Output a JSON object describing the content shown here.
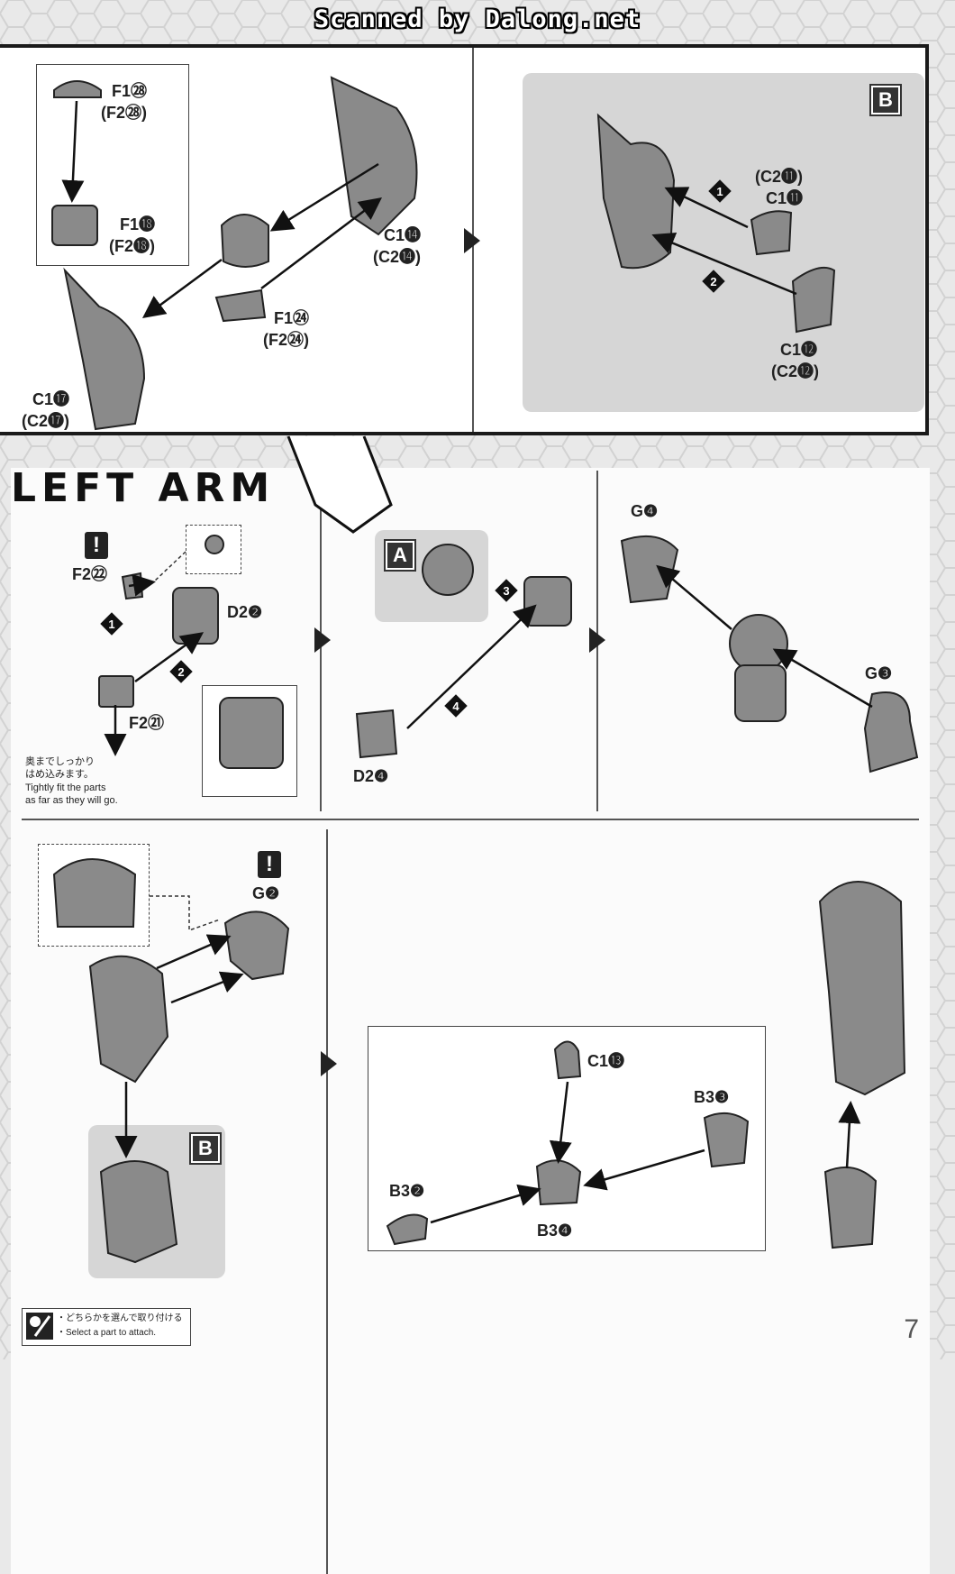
{
  "header": {
    "scan_credit": "Scanned by Dalong.net"
  },
  "section_title": "LEFT ARM",
  "top_box": {
    "left_labels": [
      {
        "name": "part-f1-28",
        "text": "F1㉘"
      },
      {
        "name": "part-f2-28",
        "text": "(F2㉘)"
      },
      {
        "name": "part-f1-18",
        "text": "F1⓲"
      },
      {
        "name": "part-f2-18",
        "text": "(F2⓲)"
      },
      {
        "name": "part-c1-14",
        "text": "C1⓮"
      },
      {
        "name": "part-c2-14",
        "text": "(C2⓮)"
      },
      {
        "name": "part-f1-24",
        "text": "F1㉔"
      },
      {
        "name": "part-f2-24",
        "text": "(F2㉔)"
      },
      {
        "name": "part-c1-17",
        "text": "C1⓱"
      },
      {
        "name": "part-c2-17",
        "text": "(C2⓱)"
      }
    ],
    "right_panel": {
      "tag": "B",
      "labels": [
        {
          "name": "part-c2-11",
          "text": "(C2⓫)"
        },
        {
          "name": "part-c1-11",
          "text": "C1⓫"
        },
        {
          "name": "part-c1-12",
          "text": "C1⓬"
        },
        {
          "name": "part-c2-12",
          "text": "(C2⓬)"
        }
      ],
      "steps": [
        "1",
        "2"
      ]
    }
  },
  "left_arm": {
    "step1": {
      "warn": "!",
      "labels": [
        {
          "name": "part-f2-22",
          "text": "F2㉒"
        },
        {
          "name": "part-d2-2",
          "text": "D2❷"
        },
        {
          "name": "part-f2-21",
          "text": "F2㉑"
        }
      ],
      "steps": [
        "1",
        "2"
      ],
      "note_jp_1": "奥までしっかり",
      "note_jp_2": "はめ込みます。",
      "note_en_1": "Tightly fit the parts",
      "note_en_2": "as far as they will go."
    },
    "step2": {
      "tag": "A",
      "labels": [
        {
          "name": "part-d2-4",
          "text": "D2❹"
        }
      ],
      "steps": [
        "3",
        "4"
      ]
    },
    "step3": {
      "labels": [
        {
          "name": "part-g4",
          "text": "G❹"
        },
        {
          "name": "part-g3",
          "text": "G❸"
        }
      ]
    },
    "step4": {
      "warn": "!",
      "label_g2": "G❷",
      "tag": "B"
    },
    "step5": {
      "labels": [
        {
          "name": "part-c1-13",
          "text": "C1⓭"
        },
        {
          "name": "part-b3-3",
          "text": "B3❸"
        },
        {
          "name": "part-b3-2",
          "text": "B3❷"
        },
        {
          "name": "part-b3-4",
          "text": "B3❹"
        }
      ]
    }
  },
  "footer": {
    "note_jp": "・どちらかを選んで取り付ける",
    "note_en": "・Select a part to attach."
  },
  "page_number": "7"
}
